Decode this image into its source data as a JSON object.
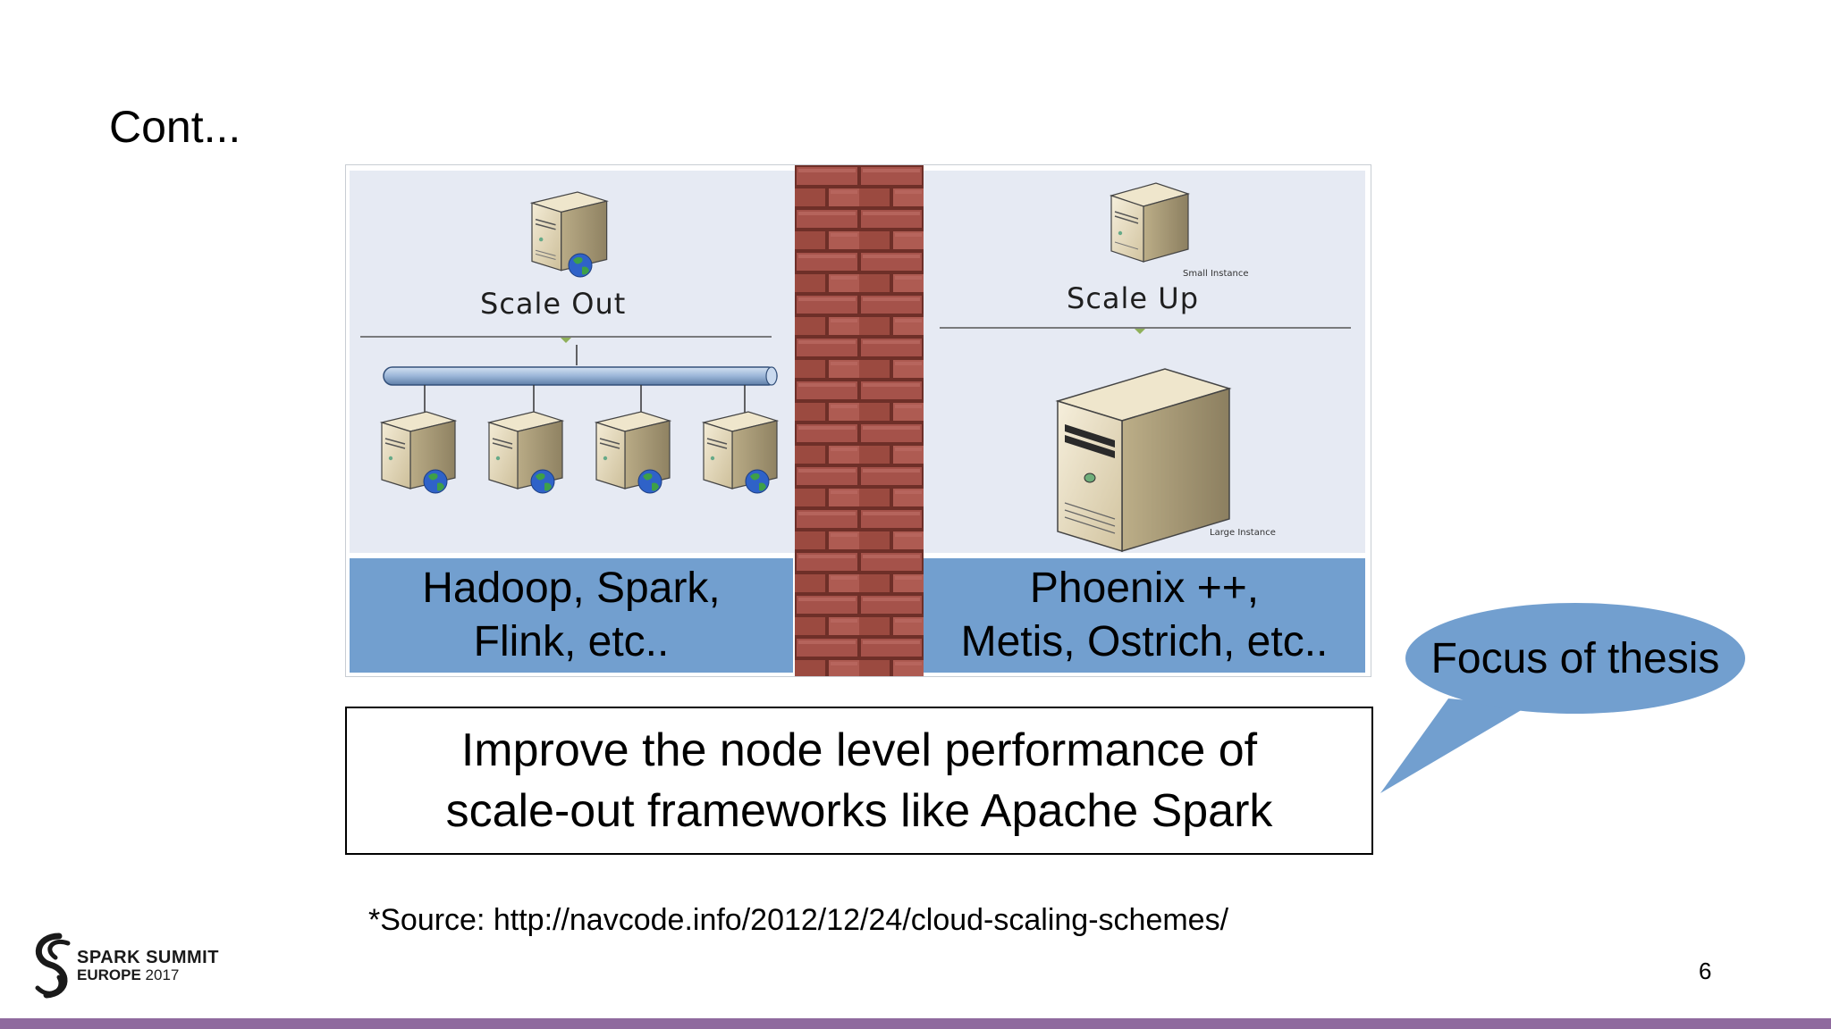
{
  "slide": {
    "title": "Cont...",
    "page_number": "6",
    "source_note": "*Source: http://navcode.info/2012/12/24/cloud-scaling-schemes/"
  },
  "figure": {
    "left": {
      "heading": "Scale Out",
      "caption": "Hadoop, Spark,\nFlink, etc.."
    },
    "right": {
      "heading": "Scale Up",
      "small_label": "Small Instance",
      "large_label": "Large Instance",
      "caption": "Phoenix ++,\nMetis, Ostrich, etc.."
    },
    "colors": {
      "caption_bar": "#729fcf",
      "panel_bg": "#e6eaf3",
      "brick": "#9b4a40"
    }
  },
  "summary": {
    "text": "Improve the node level performance of\nscale-out frameworks like Apache Spark"
  },
  "callout": {
    "text": "Focus of thesis",
    "color": "#729fcf"
  },
  "logo": {
    "line1": "SPARK SUMMIT",
    "line2a": "EUROPE",
    "line2b": "2017"
  },
  "theme": {
    "bottom_bar_color": "#8f6a9e"
  }
}
